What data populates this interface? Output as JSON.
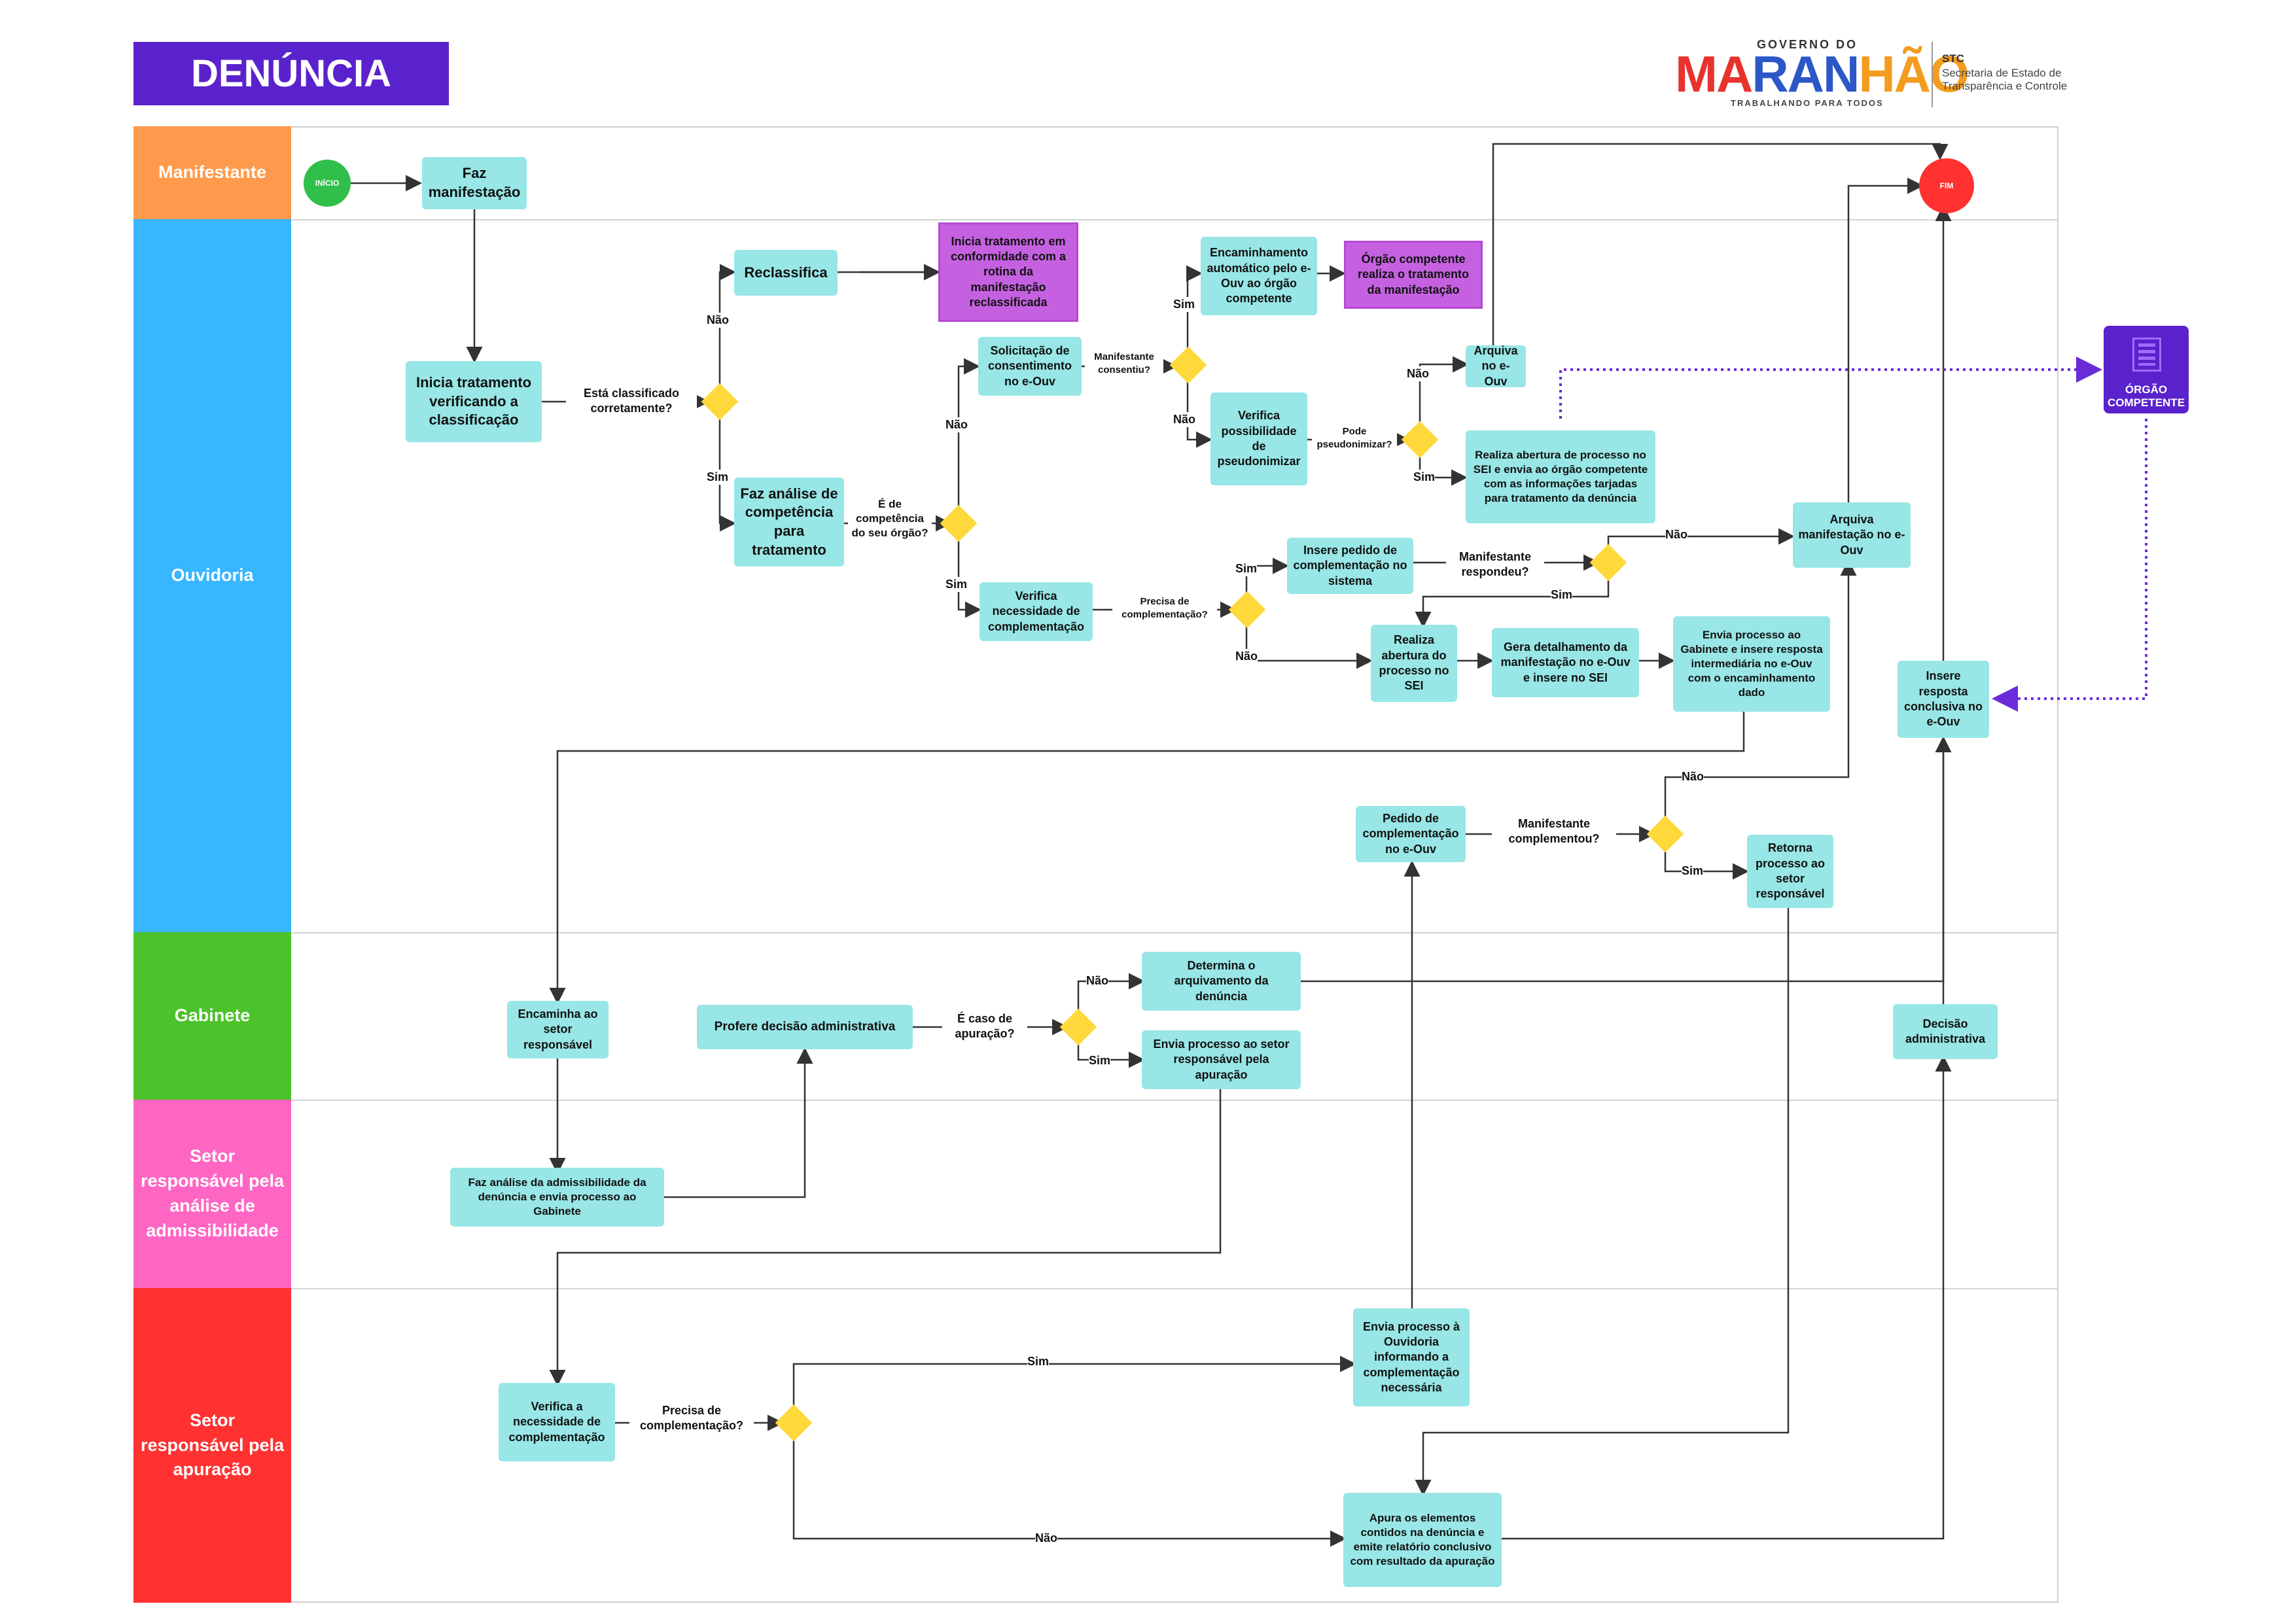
{
  "title": "DENÚNCIA",
  "logo": {
    "governo": "GOVERNO DO",
    "maranhao": "MARANHÃO",
    "tagline": "TRABALHANDO PARA TODOS",
    "stc": "STC",
    "secretaria": "Secretaria de Estado de Transparência e Controle"
  },
  "lanes": {
    "manifestante": "Manifestante",
    "ouvidoria": "Ouvidoria",
    "gabinete": "Gabinete",
    "admissibilidade": "Setor responsável pela análise de admissibilidade",
    "apuracao": "Setor responsável pela apuração"
  },
  "colors": {
    "manifestante": "#ff9a4d",
    "ouvidoria": "#38b6ff",
    "gabinete": "#4cc22b",
    "admissibilidade": "#ff66c4",
    "apuracao": "#ff3131",
    "task": "#98e6e6",
    "decision": "#ffd93b",
    "external": "#c561e0",
    "orgao": "#5a22cc",
    "inicio": "#2fbf4a",
    "fim": "#ff3131"
  },
  "events": {
    "inicio": "INÍCIO",
    "fim": "FIM"
  },
  "tasks": {
    "faz_manifestacao": "Faz manifestação",
    "inicia_tratamento": "Inicia tratamento verificando a classificação",
    "reclassifica": "Reclassifica",
    "inicia_rotina": "Inicia tratamento em conformidade com a rotina da manifestação reclassificada",
    "faz_analise_competencia": "Faz análise de competência para tratamento",
    "solicitacao_consentimento": "Solicitação de consentimento no e-Ouv",
    "encaminhamento_automatico": "Encaminhamento automático pelo e-Ouv ao órgão competente",
    "orgao_competente_realiza": "Órgão competente realiza o tratamento da manifestação",
    "verifica_pseudonimizar": "Verifica possibilidade de pseudonimizar",
    "arquiva_eouv_1": "Arquiva no e-Ouv",
    "realiza_abertura_sei_orgao": "Realiza abertura de processo no SEI e envia ao órgão competente com as informações tarjadas para tratamento da denúncia",
    "verifica_complementacao_ouv": "Verifica necessidade de complementação",
    "insere_pedido_complementacao": "Insere pedido de complementação no sistema",
    "arquiva_manifestacao": "Arquiva manifestação no e-Ouv",
    "realiza_abertura_sei": "Realiza abertura do processo no SEI",
    "gera_detalhamento": "Gera detalhamento da manifestação no e-Ouv e insere no SEI",
    "envia_gabinete": "Envia processo ao Gabinete e insere resposta intermediária no e-Ouv com o encaminhamento dado",
    "insere_resposta_conclusiva": "Insere resposta conclusiva no e-Ouv",
    "pedido_complementacao_eouv": "Pedido de complementação no e-Ouv",
    "retorna_setor": "Retorna processo ao setor responsável",
    "encaminha_setor": "Encaminha ao setor responsável",
    "profere_decisao": "Profere decisão administrativa",
    "determina_arquivamento": "Determina o arquivamento da denúncia",
    "envia_setor_apuracao": "Envia processo ao setor responsável pela apuração",
    "decisao_administrativa": "Decisão administrativa",
    "faz_analise_admissibilidade": "Faz análise da admissibilidade da denúncia e envia processo ao Gabinete",
    "verifica_complementacao_apur": "Verifica a necessidade de complementação",
    "envia_ouvidoria": "Envia processo à Ouvidoria informando a complementação necessária",
    "apura_elementos": "Apura os elementos contidos na denúncia e emite relatório conclusivo com resultado da apuração"
  },
  "orgao_competente": "ÓRGÃO COMPETENTE",
  "questions": {
    "classificado": "Está classificado corretamente?",
    "competencia": "É de competência do seu órgão?",
    "consentiu": "Manifestante consentiu?",
    "pseudonimizar": "Pode pseudonimizar?",
    "precisa_complementacao_ouv": "Precisa de complementação?",
    "respondeu": "Manifestante respondeu?",
    "complementou": "Manifestante complementou?",
    "caso_apuracao": "É caso de apuração?",
    "precisa_complementacao_apur": "Precisa de complementação?"
  },
  "answers": {
    "sim": "Sim",
    "nao": "Não"
  }
}
